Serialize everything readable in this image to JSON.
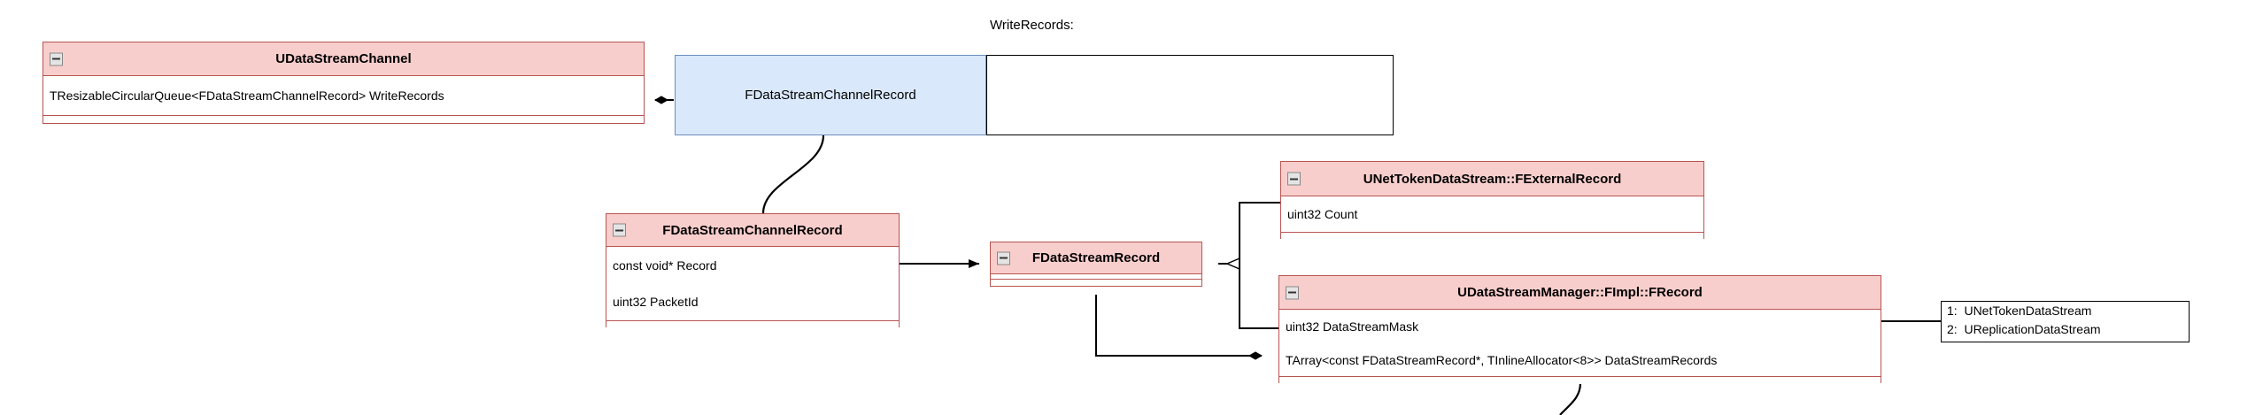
{
  "diagram": {
    "title_note": "WriteRecords:",
    "classes": [
      {
        "id": "udatastreamchannel",
        "name": "UDataStreamChannel",
        "attributes": [
          "TResizableCircularQueue<FDataStreamChannelRecord> WriteRecords"
        ]
      },
      {
        "id": "fdatastreamchannelrecord",
        "name": "FDataStreamChannelRecord",
        "attributes": [
          "const void* Record",
          "uint32 PacketId"
        ]
      },
      {
        "id": "fdatastreamrecord",
        "name": "FDataStreamRecord",
        "attributes": []
      },
      {
        "id": "unettokendatastream-fexternalrecord",
        "name": "UNetTokenDataStream::FExternalRecord",
        "attributes": [
          "uint32 Count"
        ]
      },
      {
        "id": "udatastreammanager-fimpl-frecord",
        "name": "UDataStreamManager::FImpl::FRecord",
        "attributes": [
          "uint32 DataStreamMask",
          "TArray<const FDataStreamRecord*, TInlineAllocator<8>> DataStreamRecords"
        ]
      }
    ],
    "instance_box": {
      "label": "FDataStreamChannelRecord"
    },
    "note_box": {
      "caption": "WriteRecords:",
      "content": ""
    },
    "legend": {
      "entries": [
        "1:  UNetTokenDataStream",
        "2:  UReplicationDataStream"
      ]
    },
    "colors": {
      "class_fill": "#f8cecc",
      "class_stroke": "#b85450",
      "instance_fill": "#dae8fc",
      "instance_stroke": "#6c8ebf",
      "edge": "#000000",
      "background": "#ffffff"
    }
  }
}
